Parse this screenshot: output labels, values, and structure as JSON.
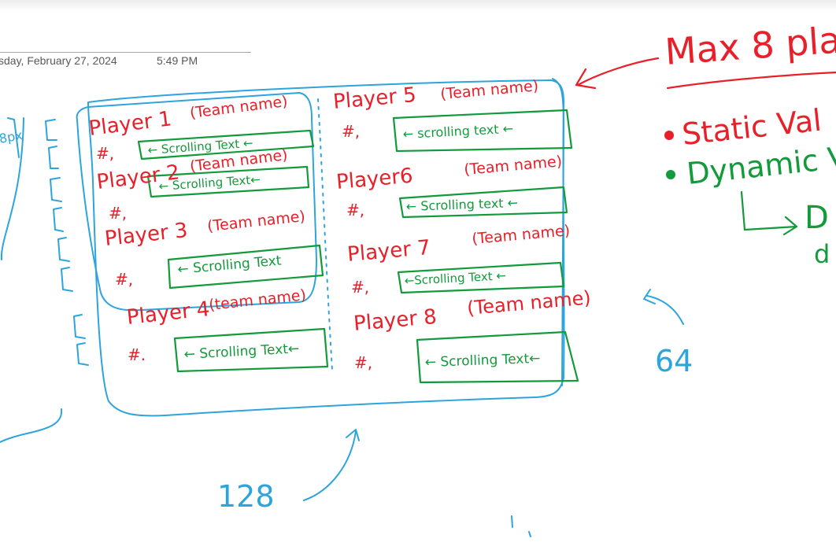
{
  "note": {
    "date": "sday, February 27, 2024",
    "time": "5:49 PM"
  },
  "colors": {
    "red_ink": "#e8202a",
    "green_ink": "#139a3b",
    "blue_ink": "#2ea4dc"
  },
  "sketch": {
    "players": [
      {
        "label": "Player 1",
        "team": "(Team name)",
        "number": "#,",
        "scroll": "← Scrolling Text ←"
      },
      {
        "label": "Player 2",
        "team": "(Team name)",
        "number": "#,",
        "scroll": "← Scrolling Text←"
      },
      {
        "label": "Player 3",
        "team": "(Team name)",
        "number": "#,",
        "scroll": "← Scrolling Text"
      },
      {
        "label": "Player 4",
        "team": "(team name)",
        "number": "#.",
        "scroll": "← Scrolling Text←"
      },
      {
        "label": "Player 5",
        "team": "(Team name)",
        "number": "#,",
        "scroll": "← scrolling text ←"
      },
      {
        "label": "Player6",
        "team": "(Team name)",
        "number": "#,",
        "scroll": "← Scrolling text ←"
      },
      {
        "label": "Player 7",
        "team": "(Team name)",
        "number": "#,",
        "scroll": "←Scrolling Text ←"
      },
      {
        "label": "Player 8",
        "team": "(Team name)",
        "number": "#,",
        "scroll": "← Scrolling Text←"
      }
    ],
    "max_note": "Max 8 pla",
    "static_label": "Static Val",
    "dynamic_label": "Dynamic V",
    "cut_text_1": "D",
    "cut_text_2": "d",
    "px_label": "8px",
    "width_label": "128",
    "height_label": "64"
  }
}
